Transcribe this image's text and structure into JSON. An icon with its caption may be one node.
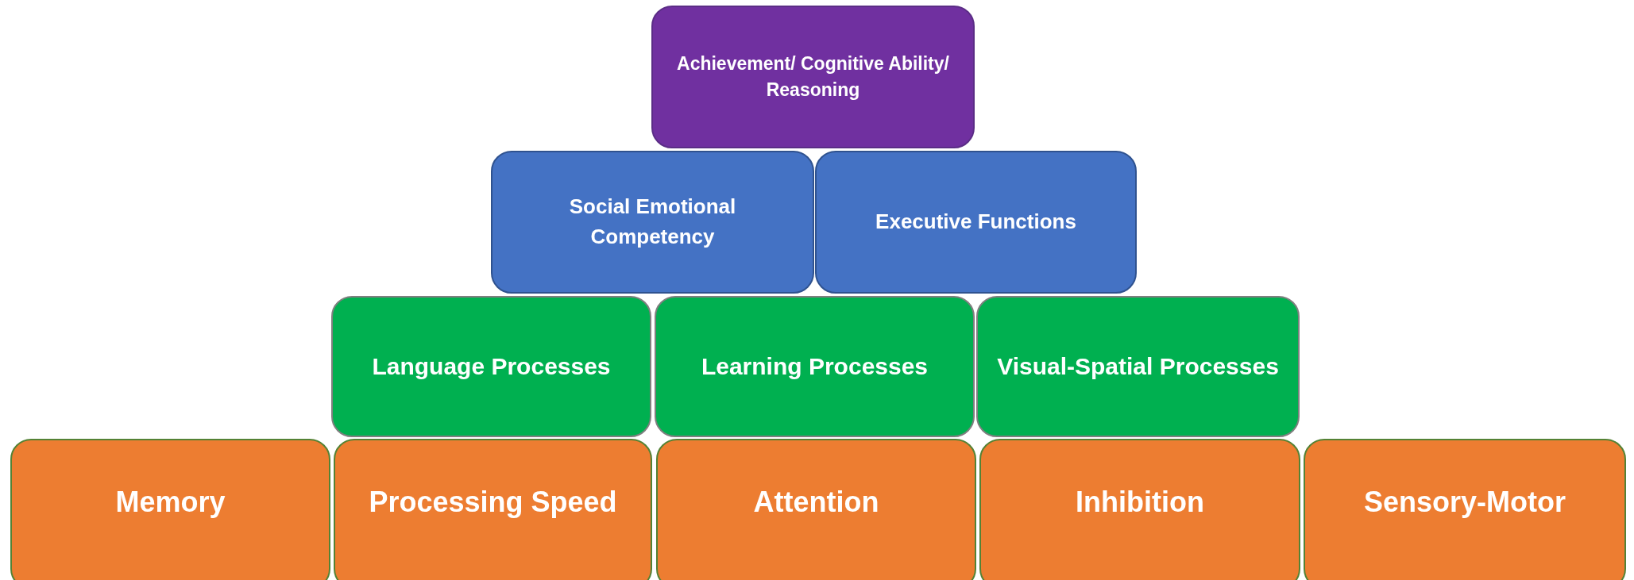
{
  "diagram": {
    "nodes": [
      {
        "text": [
          "Achievement/ Cognitive Ability/ Reasoning"
        ]
      },
      {
        "text": [
          "Social Emotional Competency"
        ]
      },
      {
        "text": [
          "Executive Functions"
        ]
      },
      {
        "text": [
          "Language Processes"
        ]
      },
      {
        "text": [
          "Learning Processes"
        ]
      },
      {
        "text": [
          "Visual-Spatial Processes"
        ]
      },
      {
        "text": [
          "Memory"
        ]
      },
      {
        "text": [
          "Processing Speed"
        ]
      },
      {
        "text": [
          "Attention"
        ]
      },
      {
        "text": [
          "Inhibition"
        ]
      },
      {
        "text": [
          "Sensory-Motor"
        ]
      }
    ]
  }
}
